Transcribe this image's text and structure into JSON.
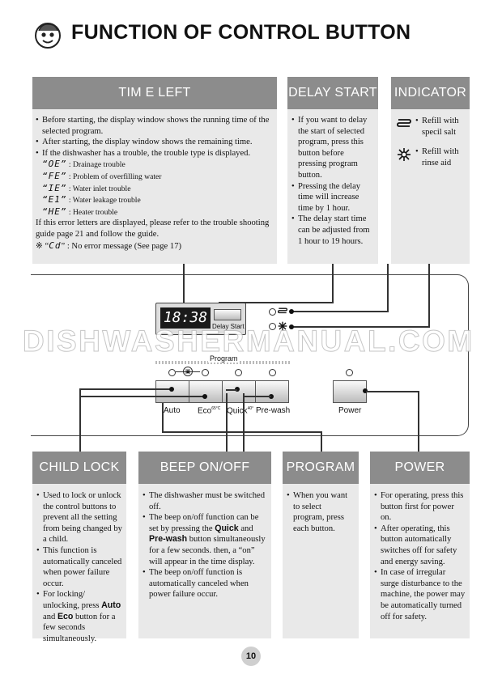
{
  "page_title": "FUNCTION OF CONTROL BUTTON",
  "watermark": "DISHWASHERMANUAL.COM",
  "page_number": "10",
  "time_left": {
    "title": "TIM E LEFT",
    "bullets": [
      "Before starting, the display window shows the running time of the selected program.",
      "After starting, the display window shows  the remaining time.",
      "If the dishwasher has a trouble, the trouble type is displayed."
    ],
    "errors": [
      {
        "code": "“OE”",
        "text": ": Drainage trouble"
      },
      {
        "code": "“FE”",
        "text": ": Problem of overfilling water"
      },
      {
        "code": "“IE”",
        "text": ": Water inlet trouble"
      },
      {
        "code": "“E1”",
        "text": ": Water leakage trouble"
      },
      {
        "code": "“HE”",
        "text": ": Heater trouble"
      }
    ],
    "note": "If this error letters are displayed, please refer to the trouble shooting guide page 21 and follow the guide.",
    "ok_symbol": "※ “",
    "ok_code": "Cd",
    "ok_text": "” : No error message (See page 17)"
  },
  "delay_start": {
    "title": "DELAY START",
    "bullets": [
      "If you want to delay the start of selected program, press this button before pressing program button.",
      "Pressing the delay time will increase time by 1 hour.",
      "The delay start time can be adjusted from 1 hour to 19 hours."
    ]
  },
  "indicator": {
    "title": "INDICATOR",
    "items": [
      {
        "icon": "salt-icon",
        "text": "Refill with specil salt"
      },
      {
        "icon": "rinse-aid-icon",
        "text": "Refill with rinse aid"
      }
    ]
  },
  "panel": {
    "display_time": "18:38",
    "delay_label": "Delay Start",
    "program_label": "Program",
    "buttons": [
      "Auto",
      "Eco",
      "Quick",
      "Pre-wash"
    ],
    "eco_sup": "65°C",
    "quick_sup": "40°",
    "power_label": "Power"
  },
  "child_lock": {
    "title": "CHILD LOCK",
    "bullets": [
      "Used to lock or unlock the control buttons to prevent all the setting from being changed by a child.",
      "This function is automatically canceled when power failure occur."
    ],
    "b3_pre": "For locking/ unlocking, press ",
    "b3_auto": "Auto",
    "b3_mid": " and ",
    "b3_eco": "Eco",
    "b3_post": " button for a few seconds simultaneously."
  },
  "beep": {
    "title": "BEEP ON/OFF",
    "b1": "The dishwasher must be switched off.",
    "b2_pre": "The beep on/off function can be set by pressing the ",
    "b2_quick": "Quick",
    "b2_mid": " and ",
    "b2_prewash": "Pre-wash",
    "b2_post": " button simultaneously for a few seconds. then, a “on” will appear in the time display.",
    "b3": "The beep on/off function is automatically canceled when power failure occur."
  },
  "program": {
    "title": "PROGRAM",
    "bullets": [
      "When you want to select program, press each button."
    ]
  },
  "power": {
    "title": "POWER",
    "bullets": [
      "For operating, press this button first for power on.",
      "After operating, this button automatically switches off for safety and energy saving.",
      "In case of irregular surge disturbance to the machine, the power may be automatically turned off for safety."
    ]
  }
}
